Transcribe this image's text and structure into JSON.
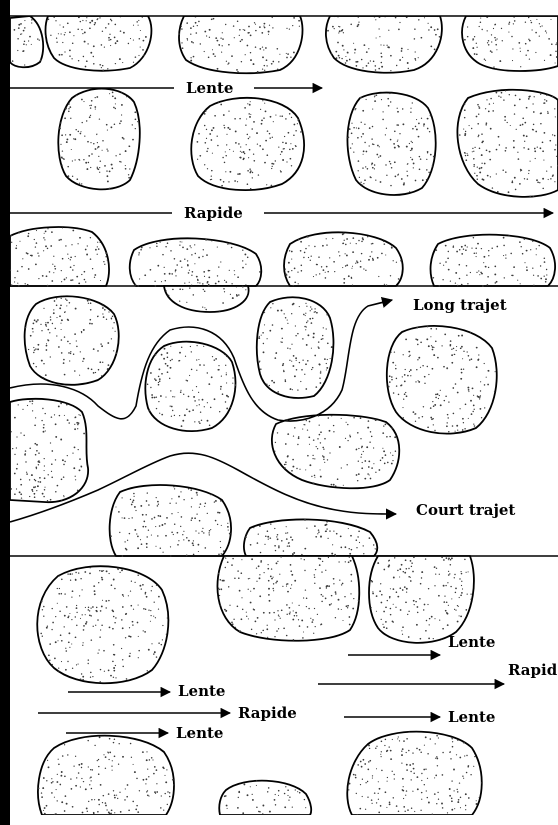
{
  "panels": [
    {
      "id": "top",
      "labels": {
        "slow": "Lente",
        "fast": "Rapide"
      }
    },
    {
      "id": "middle",
      "labels": {
        "long": "Long trajet",
        "short": "Court trajet"
      }
    },
    {
      "id": "bottom",
      "labels": {
        "slow_top_right": "Lente",
        "fast_right": "Rapid",
        "slow_left_upper": "Lente",
        "fast_left": "Rapide",
        "slow_left_lower": "Lente",
        "slow_right_lower": "Lente"
      }
    }
  ],
  "colors": {
    "ink": "#000000",
    "background": "#ffffff",
    "grain_fill": "#ffffff",
    "dots": "#3a3a3a"
  },
  "icons": {
    "arrowhead": "arrowhead-icon"
  }
}
